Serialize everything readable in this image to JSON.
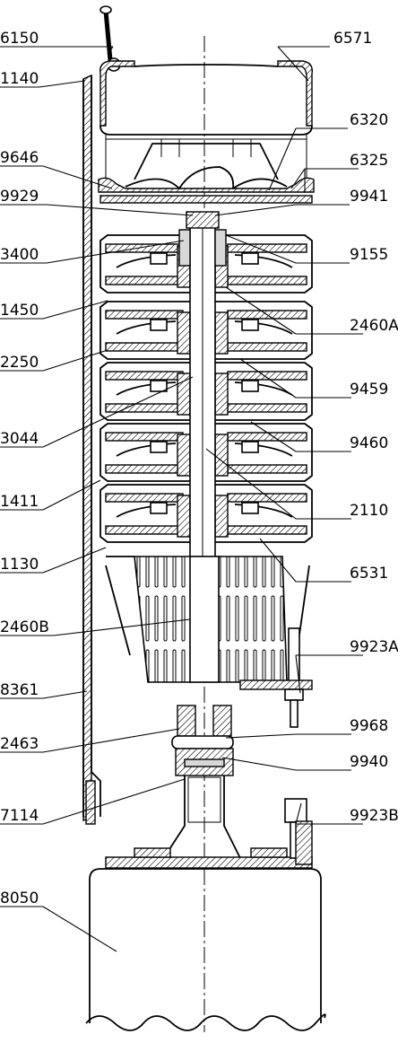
{
  "labels": [
    {
      "id": "6150",
      "text": "6150"
    },
    {
      "id": "6571",
      "text": "6571"
    },
    {
      "id": "1140",
      "text": "1140"
    },
    {
      "id": "6320",
      "text": "6320"
    },
    {
      "id": "9646",
      "text": "9646"
    },
    {
      "id": "6325",
      "text": "6325"
    },
    {
      "id": "9929",
      "text": "9929"
    },
    {
      "id": "9941",
      "text": "9941"
    },
    {
      "id": "3400",
      "text": "3400"
    },
    {
      "id": "9155",
      "text": "9155"
    },
    {
      "id": "1450",
      "text": "1450"
    },
    {
      "id": "2460A",
      "text": "2460A"
    },
    {
      "id": "2250",
      "text": "2250"
    },
    {
      "id": "9459",
      "text": "9459"
    },
    {
      "id": "3044",
      "text": "3044"
    },
    {
      "id": "9460",
      "text": "9460"
    },
    {
      "id": "1411",
      "text": "1411"
    },
    {
      "id": "2110",
      "text": "2110"
    },
    {
      "id": "1130",
      "text": "1130"
    },
    {
      "id": "6531",
      "text": "6531"
    },
    {
      "id": "2460B",
      "text": "2460B"
    },
    {
      "id": "9923A",
      "text": "9923A"
    },
    {
      "id": "8361",
      "text": "8361"
    },
    {
      "id": "9968",
      "text": "9968"
    },
    {
      "id": "2463",
      "text": "2463"
    },
    {
      "id": "9940",
      "text": "9940"
    },
    {
      "id": "7114",
      "text": "7114"
    },
    {
      "id": "9923B",
      "text": "9923B"
    },
    {
      "id": "8050",
      "text": "8050"
    }
  ]
}
